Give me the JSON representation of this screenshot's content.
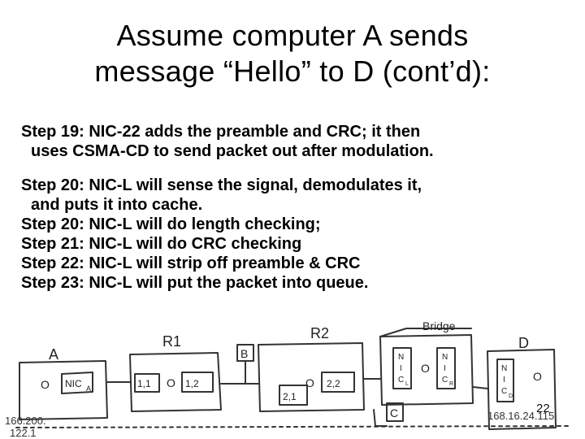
{
  "slide": {
    "title_line1": "Assume computer A sends",
    "title_line2": "message “Hello” to D (cont’d):",
    "step19_line1": "Step 19: NIC-22 adds the preamble and CRC; it then",
    "step19_line2": "uses CSMA-CD to send packet out after modulation.",
    "step20a_line1": "Step 20: NIC-L will sense the signal, demodulates it,",
    "step20a_line2": "and puts it into cache.",
    "step20b": "Step 20: NIC-L will do length checking;",
    "step21": "Step 21: NIC-L will do CRC checking",
    "step22": "Step 22: NIC-L will strip off preamble & CRC",
    "step23": "Step 23: NIC-L will put the packet into queue.",
    "page_number": "22"
  },
  "sketch": {
    "label_a": "A",
    "label_r1": "R1",
    "label_r2": "R2",
    "label_bridge": "Bridge",
    "label_d": "D",
    "label_b": "B",
    "label_c": "C",
    "label_o": "O",
    "nic_a": "NIC",
    "nic_a_sub": "A",
    "port_11": "1,1",
    "port_12": "1,2",
    "port_22": "2,2",
    "port_21": "2,1",
    "nic_letter_n": "N",
    "nic_letter_i": "I",
    "nic_letter_c": "C",
    "nic_sub_l": "L",
    "nic_sub_r": "R",
    "nic_sub_d": "D",
    "addr_a_line1": "166.200.",
    "addr_a_line2": "122.1",
    "addr_d": "168.16.24.115"
  }
}
